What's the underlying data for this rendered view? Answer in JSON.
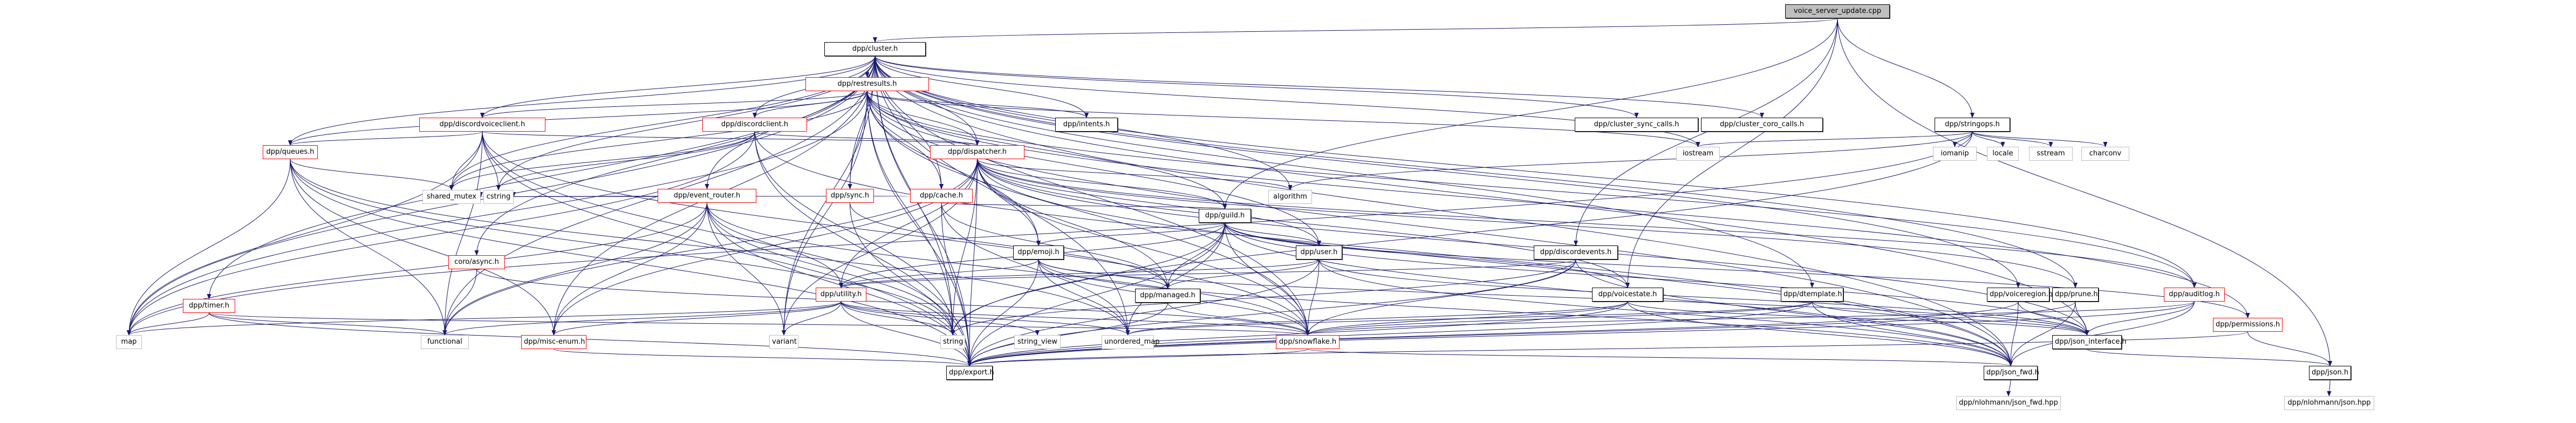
{
  "title": "voice_server_update.cpp include dependency graph",
  "colors": {
    "edge": "#191970",
    "root_fill": "#bfbfbf",
    "truncated_border": "#ff0000",
    "system_border": "#bfbfbf"
  },
  "nodes": [
    {
      "id": "root",
      "label": "voice_server_update.cpp",
      "kind": "root"
    },
    {
      "id": "cluster",
      "label": "dpp/cluster.h",
      "kind": "doc"
    },
    {
      "id": "restresults",
      "label": "dpp/restresults.h",
      "kind": "red"
    },
    {
      "id": "discordvoiceclient",
      "label": "dpp/discordvoiceclient.h",
      "kind": "red"
    },
    {
      "id": "discordclient",
      "label": "dpp/discordclient.h",
      "kind": "red"
    },
    {
      "id": "intents",
      "label": "dpp/intents.h",
      "kind": "doc"
    },
    {
      "id": "cluster_sync",
      "label": "dpp/cluster_sync_calls.h",
      "kind": "doc"
    },
    {
      "id": "cluster_coro",
      "label": "dpp/cluster_coro_calls.h",
      "kind": "doc"
    },
    {
      "id": "iostream",
      "label": "iostream",
      "kind": "sys"
    },
    {
      "id": "stringops",
      "label": "dpp/stringops.h",
      "kind": "doc"
    },
    {
      "id": "iomanip",
      "label": "iomanip",
      "kind": "sys"
    },
    {
      "id": "locale",
      "label": "locale",
      "kind": "sys"
    },
    {
      "id": "sstream",
      "label": "sstream",
      "kind": "sys"
    },
    {
      "id": "charconv",
      "label": "charconv",
      "kind": "sys"
    },
    {
      "id": "queues",
      "label": "dpp/queues.h",
      "kind": "red"
    },
    {
      "id": "dispatcher",
      "label": "dpp/dispatcher.h",
      "kind": "red"
    },
    {
      "id": "event_router",
      "label": "dpp/event_router.h",
      "kind": "red"
    },
    {
      "id": "sync",
      "label": "dpp/sync.h",
      "kind": "red"
    },
    {
      "id": "cache",
      "label": "dpp/cache.h",
      "kind": "red"
    },
    {
      "id": "shared_mutex",
      "label": "shared_mutex",
      "kind": "sys"
    },
    {
      "id": "cstring",
      "label": "cstring",
      "kind": "sys"
    },
    {
      "id": "algorithm",
      "label": "algorithm",
      "kind": "sys"
    },
    {
      "id": "guild",
      "label": "dpp/guild.h",
      "kind": "doc"
    },
    {
      "id": "emoji",
      "label": "dpp/emoji.h",
      "kind": "doc"
    },
    {
      "id": "user",
      "label": "dpp/user.h",
      "kind": "doc"
    },
    {
      "id": "discordevents",
      "label": "dpp/discordevents.h",
      "kind": "doc"
    },
    {
      "id": "async",
      "label": "coro/async.h",
      "kind": "red"
    },
    {
      "id": "timer",
      "label": "dpp/timer.h",
      "kind": "red"
    },
    {
      "id": "utility",
      "label": "dpp/utility.h",
      "kind": "red"
    },
    {
      "id": "managed",
      "label": "dpp/managed.h",
      "kind": "doc"
    },
    {
      "id": "voicestate",
      "label": "dpp/voicestate.h",
      "kind": "doc"
    },
    {
      "id": "dtemplate",
      "label": "dpp/dtemplate.h",
      "kind": "doc"
    },
    {
      "id": "voiceregion",
      "label": "dpp/voiceregion.h",
      "kind": "doc"
    },
    {
      "id": "prune",
      "label": "dpp/prune.h",
      "kind": "doc"
    },
    {
      "id": "auditlog",
      "label": "dpp/auditlog.h",
      "kind": "red"
    },
    {
      "id": "map",
      "label": "map",
      "kind": "sys"
    },
    {
      "id": "functional",
      "label": "functional",
      "kind": "sys"
    },
    {
      "id": "misc_enum",
      "label": "dpp/misc-enum.h",
      "kind": "red"
    },
    {
      "id": "variant",
      "label": "variant",
      "kind": "sys"
    },
    {
      "id": "string",
      "label": "string",
      "kind": "sys"
    },
    {
      "id": "string_view",
      "label": "string_view",
      "kind": "sys"
    },
    {
      "id": "unordered_map",
      "label": "unordered_map",
      "kind": "sys"
    },
    {
      "id": "snowflake",
      "label": "dpp/snowflake.h",
      "kind": "red"
    },
    {
      "id": "json_interface",
      "label": "dpp/json_interface.h",
      "kind": "doc"
    },
    {
      "id": "permissions",
      "label": "dpp/permissions.h",
      "kind": "red"
    },
    {
      "id": "export",
      "label": "dpp/export.h",
      "kind": "doc"
    },
    {
      "id": "json_fwd",
      "label": "dpp/json_fwd.h",
      "kind": "doc"
    },
    {
      "id": "json",
      "label": "dpp/json.h",
      "kind": "doc"
    },
    {
      "id": "nlohmann_json_fwd",
      "label": "dpp/nlohmann/json_fwd.hpp",
      "kind": "sys"
    },
    {
      "id": "nlohmann_json",
      "label": "dpp/nlohmann/json.hpp",
      "kind": "sys"
    }
  ],
  "edges": [
    [
      "root",
      "cluster"
    ],
    [
      "root",
      "stringops"
    ],
    [
      "root",
      "json"
    ],
    [
      "root",
      "discordevents"
    ],
    [
      "root",
      "guild"
    ],
    [
      "root",
      "voicestate"
    ],
    [
      "cluster",
      "restresults"
    ],
    [
      "cluster",
      "discordvoiceclient"
    ],
    [
      "cluster",
      "discordclient"
    ],
    [
      "cluster",
      "intents"
    ],
    [
      "cluster",
      "cluster_sync"
    ],
    [
      "cluster",
      "cluster_coro"
    ],
    [
      "cluster",
      "iostream"
    ],
    [
      "cluster",
      "queues"
    ],
    [
      "cluster",
      "dispatcher"
    ],
    [
      "cluster",
      "event_router"
    ],
    [
      "cluster",
      "sync"
    ],
    [
      "cluster",
      "cache"
    ],
    [
      "cluster",
      "shared_mutex"
    ],
    [
      "cluster",
      "cstring"
    ],
    [
      "cluster",
      "algorithm"
    ],
    [
      "cluster",
      "async"
    ],
    [
      "cluster",
      "timer"
    ],
    [
      "cluster",
      "map"
    ],
    [
      "cluster",
      "functional"
    ],
    [
      "cluster",
      "misc_enum"
    ],
    [
      "cluster",
      "variant"
    ],
    [
      "cluster",
      "string"
    ],
    [
      "cluster",
      "unordered_map"
    ],
    [
      "cluster",
      "snowflake"
    ],
    [
      "cluster",
      "export"
    ],
    [
      "cluster",
      "json_fwd"
    ],
    [
      "cluster",
      "auditlog"
    ],
    [
      "cluster",
      "prune"
    ],
    [
      "cluster",
      "voiceregion"
    ],
    [
      "cluster",
      "dtemplate"
    ],
    [
      "cluster",
      "json_interface"
    ],
    [
      "restresults",
      "discordclient"
    ],
    [
      "restresults",
      "discordvoiceclient"
    ],
    [
      "restresults",
      "dispatcher"
    ],
    [
      "restresults",
      "cache"
    ],
    [
      "restresults",
      "sync"
    ],
    [
      "restresults",
      "queues"
    ],
    [
      "restresults",
      "intents"
    ],
    [
      "restresults",
      "iostream"
    ],
    [
      "restresults",
      "guild"
    ],
    [
      "restresults",
      "user"
    ],
    [
      "restresults",
      "shared_mutex"
    ],
    [
      "restresults",
      "map"
    ],
    [
      "restresults",
      "string"
    ],
    [
      "restresults",
      "variant"
    ],
    [
      "restresults",
      "export"
    ],
    [
      "restresults",
      "snowflake"
    ],
    [
      "restresults",
      "json_fwd"
    ],
    [
      "restresults",
      "auditlog"
    ],
    [
      "restresults",
      "permissions"
    ],
    [
      "restresults",
      "emoji"
    ],
    [
      "discordvoiceclient",
      "queues"
    ],
    [
      "discordvoiceclient",
      "shared_mutex"
    ],
    [
      "discordvoiceclient",
      "cstring"
    ],
    [
      "discordvoiceclient",
      "functional"
    ],
    [
      "discordvoiceclient",
      "map"
    ],
    [
      "discordvoiceclient",
      "export"
    ],
    [
      "discordvoiceclient",
      "dispatcher"
    ],
    [
      "discordvoiceclient",
      "snowflake"
    ],
    [
      "discordvoiceclient",
      "string"
    ],
    [
      "discordclient",
      "dispatcher"
    ],
    [
      "discordclient",
      "shared_mutex"
    ],
    [
      "discordclient",
      "cstring"
    ],
    [
      "discordclient",
      "map"
    ],
    [
      "discordclient",
      "export"
    ],
    [
      "discordclient",
      "string"
    ],
    [
      "discordclient",
      "json_fwd"
    ],
    [
      "stringops",
      "iostream"
    ],
    [
      "stringops",
      "iomanip"
    ],
    [
      "stringops",
      "locale"
    ],
    [
      "stringops",
      "sstream"
    ],
    [
      "stringops",
      "charconv"
    ],
    [
      "stringops",
      "string"
    ],
    [
      "stringops",
      "algorithm"
    ],
    [
      "stringops",
      "map"
    ],
    [
      "queues",
      "shared_mutex"
    ],
    [
      "queues",
      "map"
    ],
    [
      "queues",
      "functional"
    ],
    [
      "queues",
      "export"
    ],
    [
      "queues",
      "string"
    ],
    [
      "queues",
      "misc_enum"
    ],
    [
      "queues",
      "unordered_map"
    ],
    [
      "dispatcher",
      "guild"
    ],
    [
      "dispatcher",
      "user"
    ],
    [
      "dispatcher",
      "emoji"
    ],
    [
      "dispatcher",
      "utility"
    ],
    [
      "dispatcher",
      "managed"
    ],
    [
      "dispatcher",
      "export"
    ],
    [
      "dispatcher",
      "snowflake"
    ],
    [
      "dispatcher",
      "string"
    ],
    [
      "dispatcher",
      "variant"
    ],
    [
      "dispatcher",
      "functional"
    ],
    [
      "dispatcher",
      "json_fwd"
    ],
    [
      "dispatcher",
      "misc_enum"
    ],
    [
      "dispatcher",
      "algorithm"
    ],
    [
      "dispatcher",
      "voicestate"
    ],
    [
      "dispatcher",
      "prune"
    ],
    [
      "dispatcher",
      "auditlog"
    ],
    [
      "dispatcher",
      "json_interface"
    ],
    [
      "event_router",
      "cstring"
    ],
    [
      "event_router",
      "shared_mutex"
    ],
    [
      "event_router",
      "functional"
    ],
    [
      "event_router",
      "map"
    ],
    [
      "event_router",
      "variant"
    ],
    [
      "event_router",
      "export"
    ],
    [
      "event_router",
      "snowflake"
    ],
    [
      "event_router",
      "string"
    ],
    [
      "event_router",
      "misc_enum"
    ],
    [
      "event_router",
      "utility"
    ],
    [
      "sync",
      "export"
    ],
    [
      "sync",
      "managed"
    ],
    [
      "cache",
      "managed"
    ],
    [
      "cache",
      "export"
    ],
    [
      "cache",
      "shared_mutex"
    ],
    [
      "cache",
      "unordered_map"
    ],
    [
      "cache",
      "guild"
    ],
    [
      "guild",
      "user"
    ],
    [
      "guild",
      "emoji"
    ],
    [
      "guild",
      "managed"
    ],
    [
      "guild",
      "utility"
    ],
    [
      "guild",
      "snowflake"
    ],
    [
      "guild",
      "voicestate"
    ],
    [
      "guild",
      "export"
    ],
    [
      "guild",
      "string"
    ],
    [
      "guild",
      "unordered_map"
    ],
    [
      "guild",
      "json_fwd"
    ],
    [
      "guild",
      "json_interface"
    ],
    [
      "guild",
      "permissions"
    ],
    [
      "emoji",
      "utility"
    ],
    [
      "emoji",
      "managed"
    ],
    [
      "emoji",
      "snowflake"
    ],
    [
      "emoji",
      "export"
    ],
    [
      "emoji",
      "json_fwd"
    ],
    [
      "emoji",
      "json_interface"
    ],
    [
      "emoji",
      "unordered_map"
    ],
    [
      "user",
      "managed"
    ],
    [
      "user",
      "utility"
    ],
    [
      "user",
      "snowflake"
    ],
    [
      "user",
      "export"
    ],
    [
      "user",
      "json_fwd"
    ],
    [
      "user",
      "json_interface"
    ],
    [
      "discordevents",
      "snowflake"
    ],
    [
      "discordevents",
      "export"
    ],
    [
      "discordevents",
      "string"
    ],
    [
      "discordevents",
      "json_fwd"
    ],
    [
      "discordevents",
      "utility"
    ],
    [
      "async",
      "functional"
    ],
    [
      "async",
      "snowflake"
    ],
    [
      "timer",
      "map"
    ],
    [
      "timer",
      "functional"
    ],
    [
      "timer",
      "export"
    ],
    [
      "timer",
      "snowflake"
    ],
    [
      "utility",
      "misc_enum"
    ],
    [
      "utility",
      "variant"
    ],
    [
      "utility",
      "string"
    ],
    [
      "utility",
      "string_view"
    ],
    [
      "utility",
      "unordered_map"
    ],
    [
      "utility",
      "functional"
    ],
    [
      "utility",
      "map"
    ],
    [
      "utility",
      "export"
    ],
    [
      "utility",
      "snowflake"
    ],
    [
      "managed",
      "snowflake"
    ],
    [
      "managed",
      "export"
    ],
    [
      "voicestate",
      "snowflake"
    ],
    [
      "voicestate",
      "export"
    ],
    [
      "voicestate",
      "json_fwd"
    ],
    [
      "voicestate",
      "json_interface"
    ],
    [
      "voicestate",
      "unordered_map"
    ],
    [
      "dtemplate",
      "snowflake"
    ],
    [
      "dtemplate",
      "export"
    ],
    [
      "dtemplate",
      "json_fwd"
    ],
    [
      "dtemplate",
      "json_interface"
    ],
    [
      "dtemplate",
      "unordered_map"
    ],
    [
      "voiceregion",
      "export"
    ],
    [
      "voiceregion",
      "json_fwd"
    ],
    [
      "voiceregion",
      "json_interface"
    ],
    [
      "prune",
      "export"
    ],
    [
      "prune",
      "json_fwd"
    ],
    [
      "prune",
      "json_interface"
    ],
    [
      "auditlog",
      "export"
    ],
    [
      "auditlog",
      "json_fwd"
    ],
    [
      "auditlog",
      "json_interface"
    ],
    [
      "auditlog",
      "snowflake"
    ],
    [
      "misc_enum",
      "export"
    ],
    [
      "snowflake",
      "export"
    ],
    [
      "snowflake",
      "json_fwd"
    ],
    [
      "json_interface",
      "json"
    ],
    [
      "permissions",
      "json"
    ],
    [
      "permissions",
      "export"
    ],
    [
      "json_fwd",
      "nlohmann_json_fwd"
    ],
    [
      "json",
      "nlohmann_json"
    ]
  ]
}
